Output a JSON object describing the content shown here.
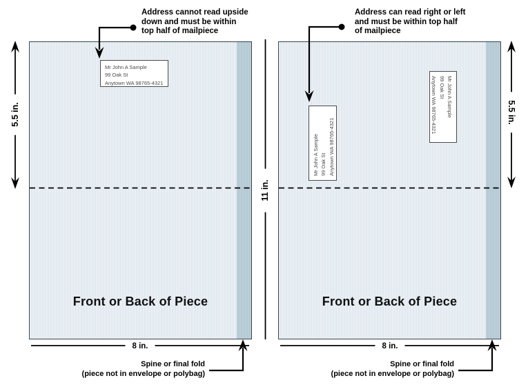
{
  "diagram": {
    "piece_label": "Front or Back of Piece",
    "address_sample": {
      "line1": "Mr John A Sample",
      "line2": "99 Oak St",
      "line3": "Anytown WA 98765-4321"
    },
    "dims": {
      "width": "8 in.",
      "height": "11 in.",
      "half_height": "5.5 in."
    },
    "spine_note": {
      "line1": "Spine or final fold",
      "line2": "(piece not in envelope or polybag)"
    },
    "panels": [
      {
        "id": "left",
        "annotation_lines": [
          "Address cannot read upside",
          "down and must be within",
          "top half of mailpiece"
        ],
        "address_orientation": "upright"
      },
      {
        "id": "right",
        "annotation_lines": [
          "Address can read right or left",
          "and must be within top half",
          "of mailpiece"
        ],
        "address_orientation": "rotated-left-and-right"
      }
    ],
    "colors": {
      "piece_fill": "#e9eff4",
      "piece_stripe": "#e2eaf0",
      "spine_fill": "#b5cad4",
      "piece_border": "#39454c",
      "ink": "#000000",
      "address_ink": "#4a4a4a"
    }
  }
}
